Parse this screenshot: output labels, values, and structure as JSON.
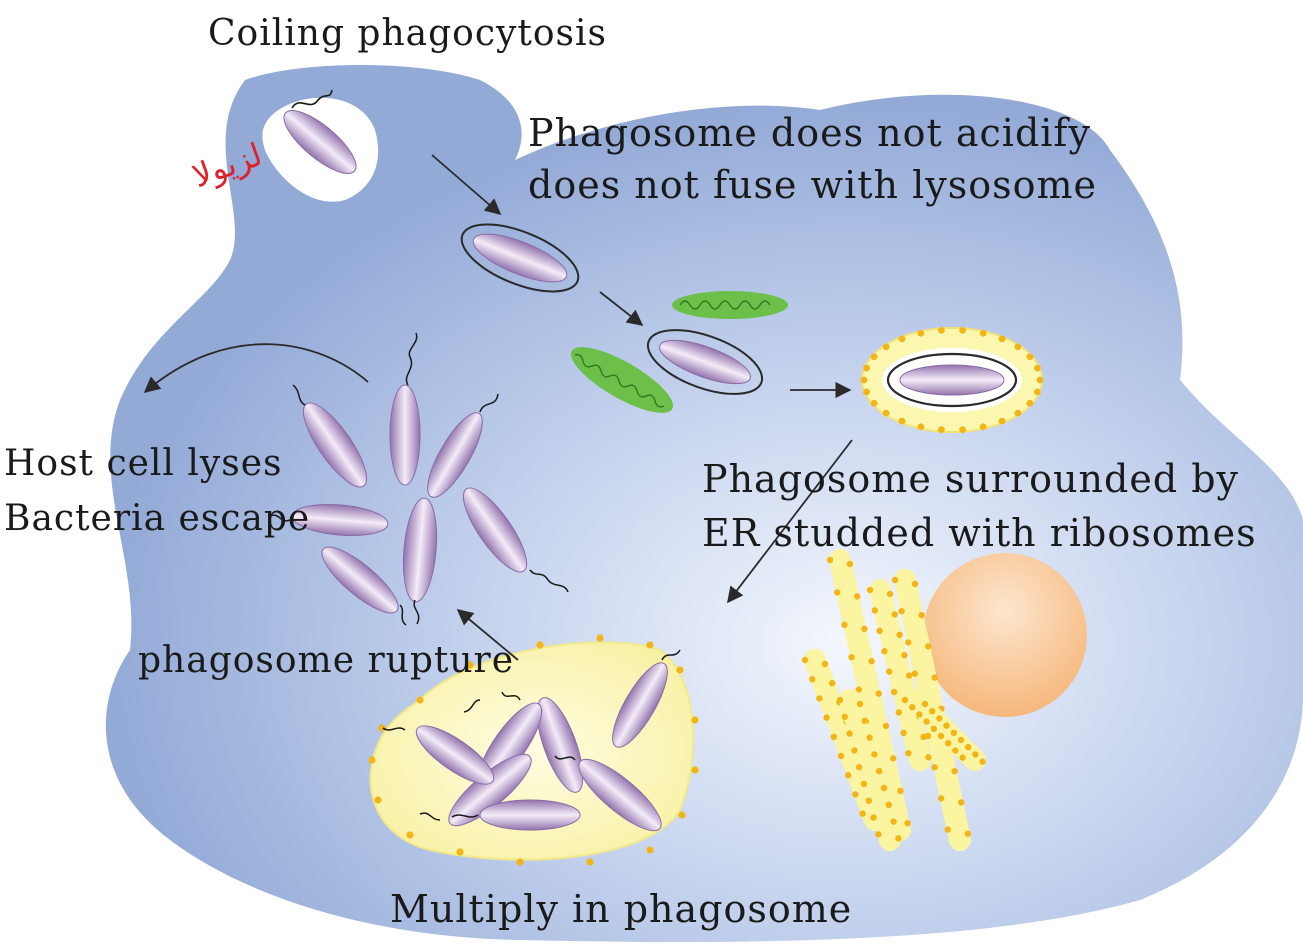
{
  "labels": {
    "coiling": "Coiling phagocytosis",
    "no_acidify_1": "Phagosome does not acidify",
    "no_acidify_2": "does not fuse with lysosome",
    "host_lyses_1": "Host cell lyses",
    "host_lyses_2": "Bacteria escape",
    "er_1": "Phagosome surrounded by",
    "er_2": "ER studded with ribosomes",
    "rupture": "phagosome rupture",
    "multiply": "Multiply in phagosome"
  },
  "annotation": {
    "handwritten": "لزيولا"
  },
  "colors": {
    "cell": "#9db3dc",
    "cell_light": "#eef2fb",
    "bacterium": "#a584be",
    "bacterium_light": "#f1e8f6",
    "er": "#fbf6b0",
    "ribosome": "#f3b515",
    "mitochondrion": "#6cc04a",
    "nucleus": "#f8c389",
    "annotation": "#e0202a",
    "text": "#1a1a1a"
  }
}
